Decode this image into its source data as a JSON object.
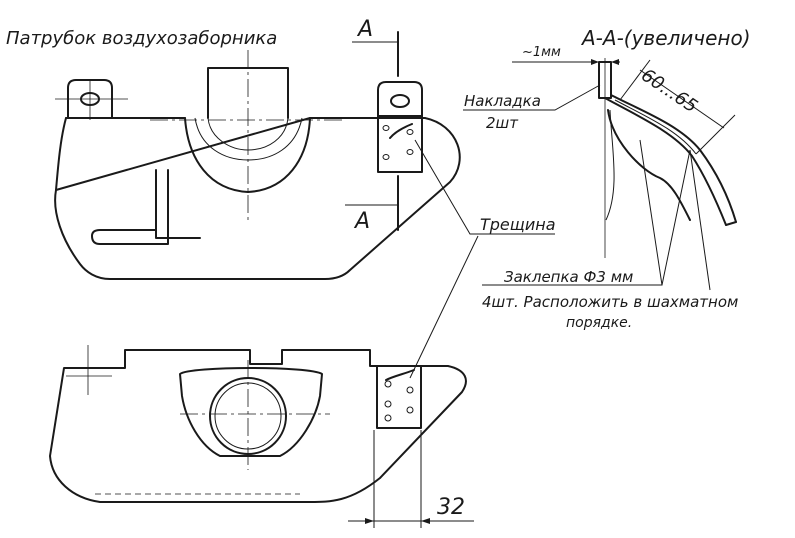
{
  "labels": {
    "title": "Патрубок воздухозаборника",
    "section_mark_top": "А",
    "section_mark_bottom": "А",
    "section_title": "А-А-(увеличено)",
    "gap_dim": "~1мм",
    "range_dim": "60...65",
    "overlay_name": "Накладка",
    "overlay_count": "2шт",
    "crack": "Трещина",
    "rivet_line1": "Заклепка  Ф3 мм",
    "rivet_line2": "4шт. Расположить в шахматном",
    "rivet_line3": "порядке.",
    "dim_32": "32"
  }
}
